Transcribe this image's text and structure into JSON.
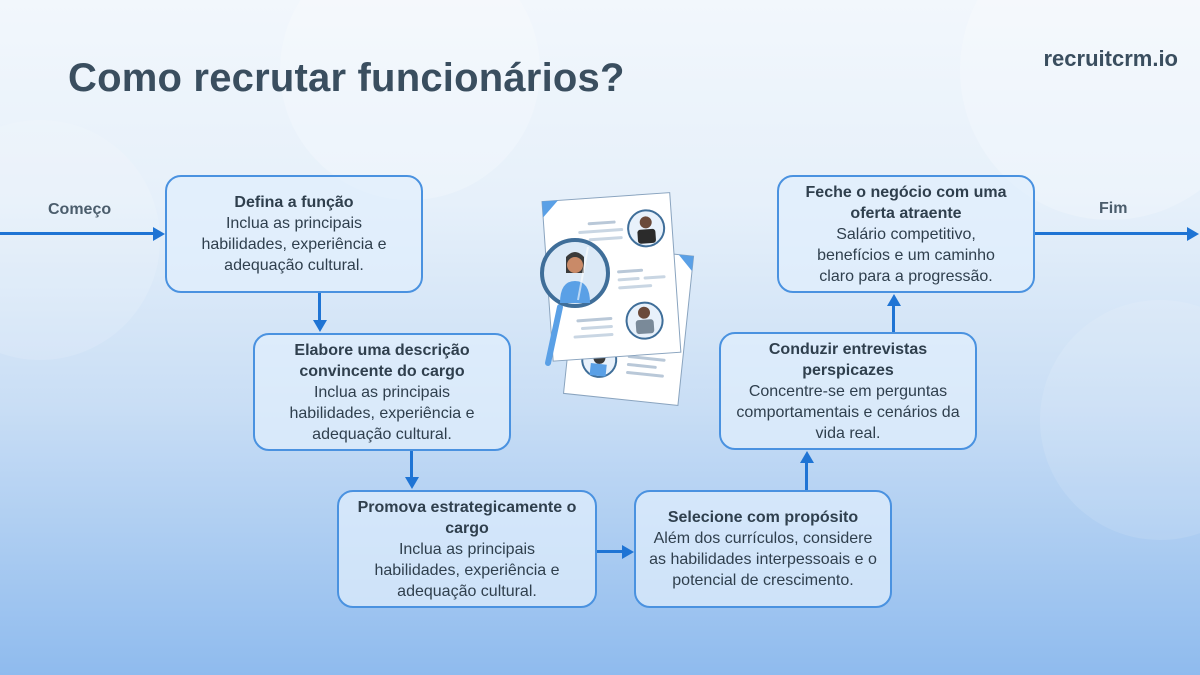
{
  "header": {
    "title": "Como recrutar funcionários?",
    "brand": "recruitcrm.io"
  },
  "flow": {
    "start_label": "Começo",
    "end_label": "Fim",
    "steps": [
      {
        "heading": "Defina a função",
        "description": "Inclua as principais habilidades, experiência e adequação cultural."
      },
      {
        "heading": "Elabore uma descrição convincente do cargo",
        "description": "Inclua as principais habilidades, experiência e adequação cultural."
      },
      {
        "heading": "Promova estrategicamente o cargo",
        "description": "Inclua as principais habilidades, experiência e adequação cultural."
      },
      {
        "heading": "Selecione com propósito",
        "description": "Além dos currículos, considere as habilidades interpessoais e o potencial de crescimento."
      },
      {
        "heading": "Conduzir entrevistas perspicazes",
        "description": "Concentre-se em perguntas comportamentais e cenários da vida real."
      },
      {
        "heading": "Feche o negócio com uma oferta atraente",
        "description": "Salário competitivo, benefícios e um caminho claro para a progressão."
      }
    ]
  },
  "illustration": {
    "icon": "resume-search-illustration"
  },
  "colors": {
    "accent": "#1f74d4",
    "box_border": "#4a92e0",
    "title_text": "#3a4e5f",
    "box_fill": "#e1effc"
  }
}
